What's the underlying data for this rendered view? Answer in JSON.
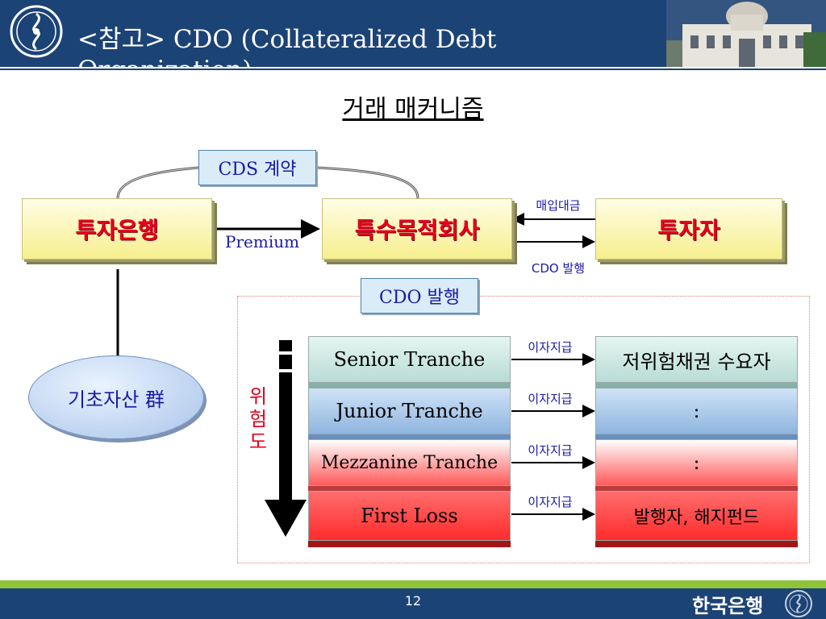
{
  "header": {
    "title": "<참고> CDO (Collateralized Debt Organization)"
  },
  "subtitle": "거래 매커니즘",
  "diagram": {
    "cds_label": "CDS 계약",
    "investment_bank": "투자은행",
    "spv": "특수목적회사",
    "investor": "투자자",
    "premium": "Premium",
    "purchase_payment": "매입대금",
    "cdo_issue_small": "CDO 발행",
    "cdo_issue_label": "CDO 발행",
    "underlying_assets": "기초자산 群",
    "risk_label": [
      "위",
      "험",
      "도"
    ],
    "interest_payment": "이자지급",
    "tranches": [
      {
        "name": "Senior Tranche",
        "buyer": "저위험채권 수요자"
      },
      {
        "name": "Junior Tranche",
        "buyer": ":"
      },
      {
        "name": "Mezzanine Tranche",
        "buyer": ":"
      },
      {
        "name": "First Loss",
        "buyer": "발행자, 해지펀드"
      }
    ]
  },
  "footer": {
    "page_number": "12",
    "bank_name": "한국은행"
  },
  "colors": {
    "header_bg": "#1c4375",
    "footer_accent": "#8fc43a",
    "entity_text": "#e6001e",
    "label_text": "#1a1aa6"
  }
}
